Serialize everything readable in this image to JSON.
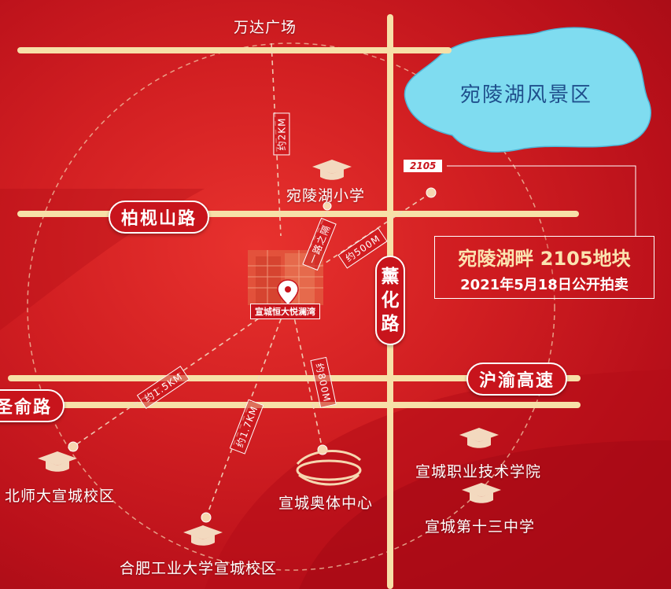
{
  "roads": {
    "bochenshan": "柏枧山路",
    "xunhua": "薰化路",
    "huyu": "沪渝高速",
    "shengyu": "圣俞路"
  },
  "lake": {
    "name": "宛陵湖风景区"
  },
  "plot": {
    "tag": "2105",
    "title": "宛陵湖畔 2105地块",
    "subtitle": "2021年5月18日公开拍卖"
  },
  "project": {
    "name": "宣城恒大悦澜湾"
  },
  "pois": {
    "wanda": "万达广场",
    "wanling_school": "宛陵湖小学",
    "bnu": "北师大宣城校区",
    "hfut": "合肥工业大学宣城校区",
    "sports_center": "宣城奥体中心",
    "vocational": "宣城职业技术学院",
    "middle_school": "宣城第十三中学"
  },
  "distances": {
    "wanda": "约2KM",
    "school": "一路之隔",
    "plot": "约500M",
    "bnu": "约1.5KM",
    "hfut": "约1.7KM",
    "sports": "约800M"
  },
  "colors": {
    "background": "#c8141c",
    "road": "#f7e0a8",
    "lake": "#7fdcf0",
    "accent_text": "#fbe3b0"
  }
}
